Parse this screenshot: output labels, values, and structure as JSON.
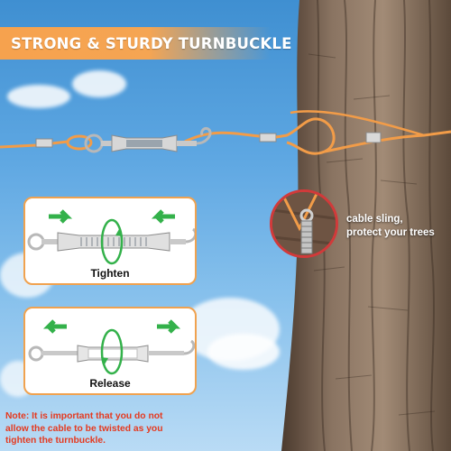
{
  "banner": {
    "title": "STRONG & STURDY TURNBUCKLE"
  },
  "panels": {
    "tighten": {
      "label": "Tighten"
    },
    "release": {
      "label": "Release"
    }
  },
  "callout": {
    "line1": "cable sling,",
    "line2": "protect your trees"
  },
  "note": {
    "line1": "Note: It is important that you do not",
    "line2": "allow the cable to be twisted as you",
    "line3": "tighten the turnbuckle."
  },
  "colors": {
    "accent_orange": "#f0a24f",
    "arrow_green": "#33b14a",
    "note_red": "#e5391f",
    "callout_ring": "#d13a3a"
  }
}
